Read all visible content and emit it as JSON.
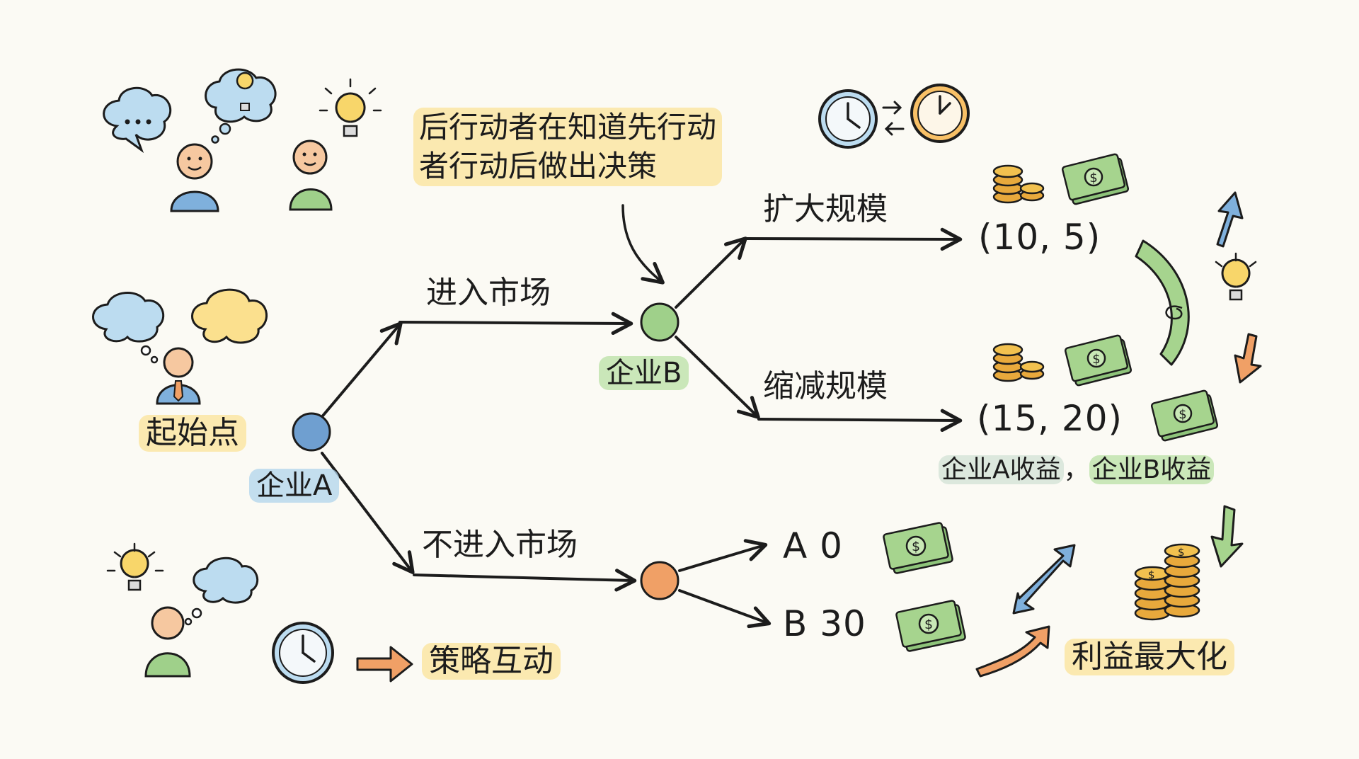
{
  "note": {
    "line1": "后行动者在知道先行动",
    "line2": "者行动后做出决策"
  },
  "nodes": {
    "root": "起始点",
    "firm_a": "企业A",
    "firm_b": "企业B"
  },
  "edges": {
    "enter": "进入市场",
    "not_enter": "不进入市场",
    "expand": "扩大规模",
    "shrink": "缩减规模"
  },
  "payoffs": {
    "expand": "(10, 5)",
    "shrink": "(15, 20)",
    "legend_a": "企业A收益",
    "legend_sep": "，",
    "legend_b": "企业B收益",
    "no_entry_a": "A 0",
    "no_entry_b": "B 30"
  },
  "footer": {
    "strategy": "策略互动",
    "maximize": "利益最大化"
  },
  "colors": {
    "node_a": "#6f9fd0",
    "node_b": "#9fd08a",
    "node_none": "#f0a066",
    "ink": "#1c1c1c"
  }
}
